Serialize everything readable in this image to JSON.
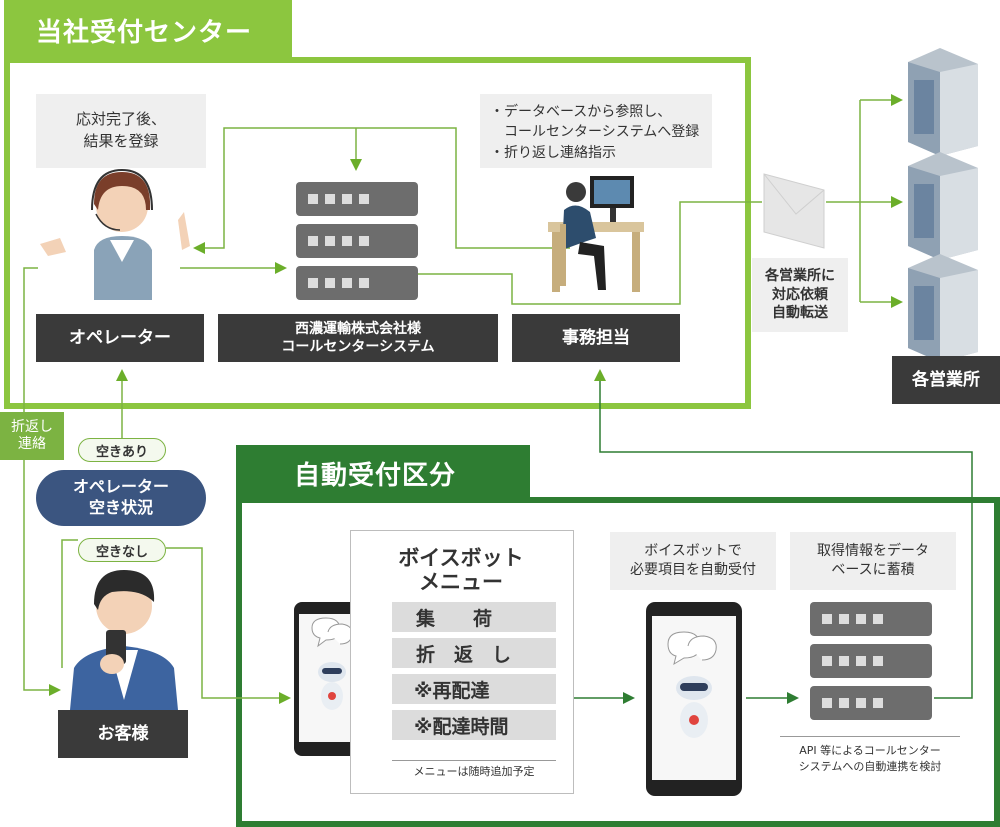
{
  "colors": {
    "light_green": "#8cc63f",
    "dark_green": "#2e7d32",
    "dark_box": "#3a3a3a",
    "navy_pill": "#3b5580"
  },
  "sections": {
    "company": "当社受付センター",
    "auto": "自動受付区分"
  },
  "operator": {
    "note_line1": "応対完了後、",
    "note_line2": "結果を登録",
    "label": "オペレーター"
  },
  "callcenter": {
    "label_line1": "西濃運輸株式会社様",
    "label_line2": "コールセンターシステム"
  },
  "office_worker": {
    "note_line1": "・データベースから参照し、",
    "note_line2": "　コールセンターシステムへ登録",
    "note_line3": "・折り返し連絡指示",
    "label": "事務担当"
  },
  "forward": {
    "line1": "各営業所に",
    "line2": "対応依頼",
    "line3": "自動転送"
  },
  "branches": {
    "label": "各営業所"
  },
  "callback": {
    "line1": "折返し",
    "line2": "連絡"
  },
  "status": {
    "available": "空きあり",
    "title_line1": "オペレーター",
    "title_line2": "空き状況",
    "unavailable": "空きなし"
  },
  "customer": {
    "label": "お客様"
  },
  "voicebot_menu": {
    "title_line1": "ボイスボット",
    "title_line2": "メニュー",
    "items": [
      "集　　荷",
      "折　返　し",
      "※再配達",
      "※配達時間"
    ],
    "note": "メニューは随時追加予定"
  },
  "auto_accept": {
    "line1": "ボイスボットで",
    "line2": "必要項目を自動受付"
  },
  "db_store": {
    "line1": "取得情報をデータ",
    "line2": "ベースに蓄積",
    "note_line1": "API 等によるコールセンター",
    "note_line2": "システムへの自動連携を検討"
  },
  "icons": [
    "operator-person-icon",
    "server-icon",
    "office-worker-icon",
    "envelope-icon",
    "building-icon",
    "customer-person-icon",
    "smartphone-icon",
    "robot-icon"
  ]
}
